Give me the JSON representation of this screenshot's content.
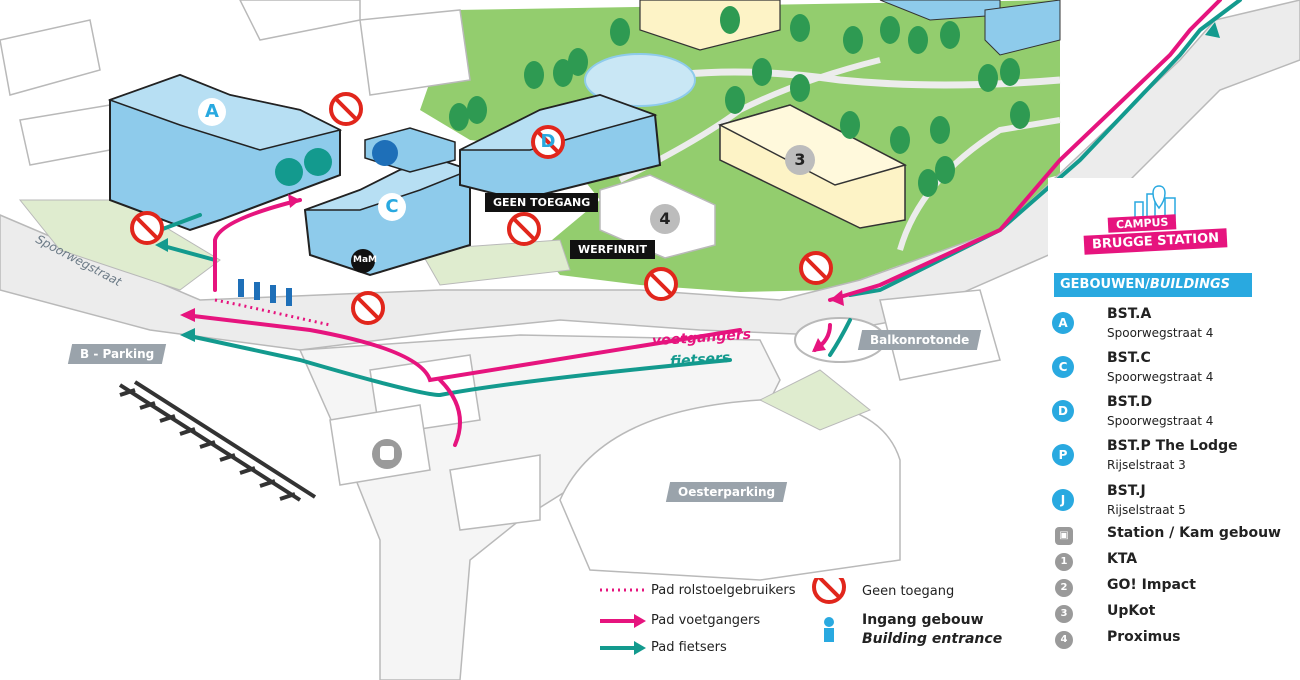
{
  "map": {
    "street_spoorwegstraat": "Spoorwegstraat",
    "b_parking": "B - Parking",
    "balkonrotonde": "Balkonrotonde",
    "oesterparking": "Oesterparking",
    "geen_toegang_tag": "GEEN TOEGANG",
    "werfinrit_tag": "WERFINRIT",
    "voetgangers": "voetgangers",
    "fietsers": "fietsers",
    "building_a": "A",
    "building_c": "C",
    "building_d": "D",
    "num_3": "3",
    "num_4": "4",
    "mam": "MaM",
    "colors": {
      "pedestrian": "#e6147e",
      "cyclist": "#139a8e",
      "building": "#8ecbeb",
      "green": "#93cd6e",
      "tree": "#2e9a52",
      "road": "#eaeaea"
    }
  },
  "legend": {
    "logo_line1": "CAMPUS",
    "logo_line2": "BRUGGE STATION",
    "header_main": "GEBOUWEN/",
    "header_italic": "BUILDINGS",
    "buildings": [
      {
        "icon": "A",
        "name": "BST.A",
        "address": "Spoorwegstraat 4"
      },
      {
        "icon": "C",
        "name": "BST.C",
        "address": "Spoorwegstraat 4"
      },
      {
        "icon": "D",
        "name": "BST.D",
        "address": "Spoorwegstraat 4"
      },
      {
        "icon": "P",
        "name": "BST.P The Lodge",
        "address": "Rijselstraat 3"
      },
      {
        "icon": "J",
        "name": "BST.J",
        "address": "Rijselstraat 5"
      }
    ],
    "others": [
      {
        "icon": "train-icon",
        "name": "Station / Kam gebouw"
      },
      {
        "icon": "1",
        "name": "KTA"
      },
      {
        "icon": "2",
        "name": "GO! Impact"
      },
      {
        "icon": "3",
        "name": "UpKot"
      },
      {
        "icon": "4",
        "name": "Proximus"
      }
    ]
  },
  "bottom_legend": {
    "wheelchair_path": "Pad rolstoelgebruikers",
    "pedestrian_path": "Pad voetgangers",
    "cyclist_path": "Pad fietsers",
    "no_access": "Geen toegang",
    "entrance_nl": "Ingang gebouw",
    "entrance_en": "Building entrance"
  }
}
